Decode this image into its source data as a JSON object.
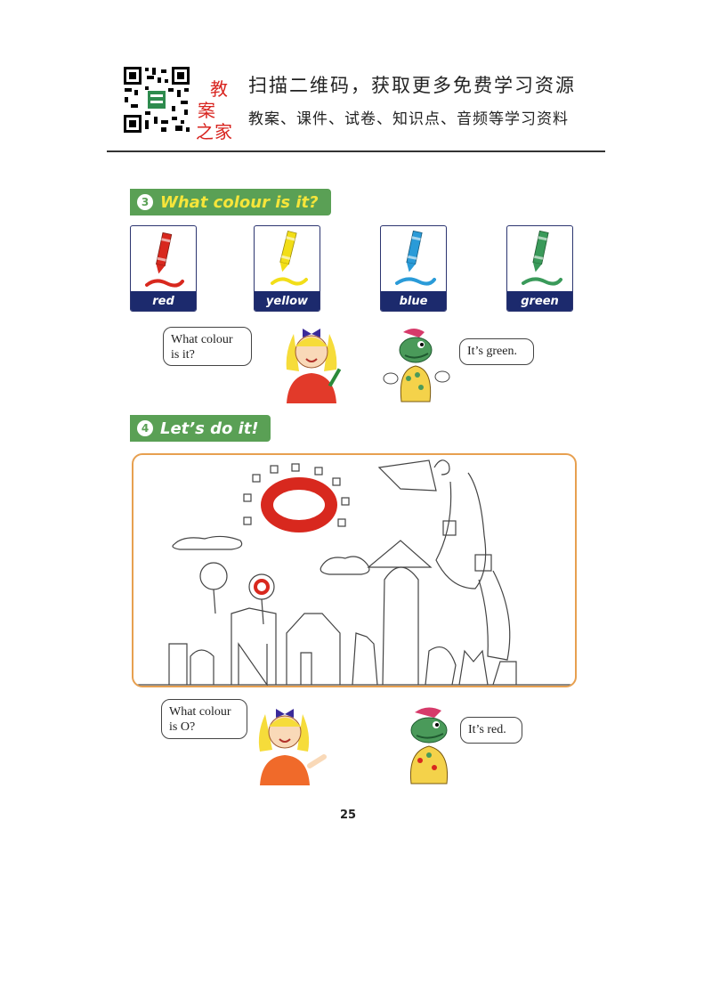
{
  "header": {
    "brand_line1": "教案",
    "brand_line2": "之家",
    "line1": "扫描二维码，获取更多免费学习资源",
    "line2": "教案、课件、试卷、知识点、音频等学习资料"
  },
  "section3": {
    "number": "3",
    "title": "What colour is it?",
    "cards": [
      {
        "label": "red",
        "color": "#d8281e"
      },
      {
        "label": "yellow",
        "color": "#f2de18"
      },
      {
        "label": "blue",
        "color": "#2a9bd8"
      },
      {
        "label": "green",
        "color": "#3a9a5a"
      }
    ],
    "bubble_girl": "What colour is it?",
    "bubble_dino": "It’s green."
  },
  "section4": {
    "number": "4",
    "title": "Let’s do it!",
    "bubble_girl": "What colour is O?",
    "bubble_dino": "It’s red."
  },
  "page_number": "25",
  "colors": {
    "banner_green": "#5aa055",
    "banner_text": "#f6e53a",
    "card_navy": "#1c2a6d",
    "frame_orange": "#e7a050",
    "brand_red": "#d8241f"
  }
}
